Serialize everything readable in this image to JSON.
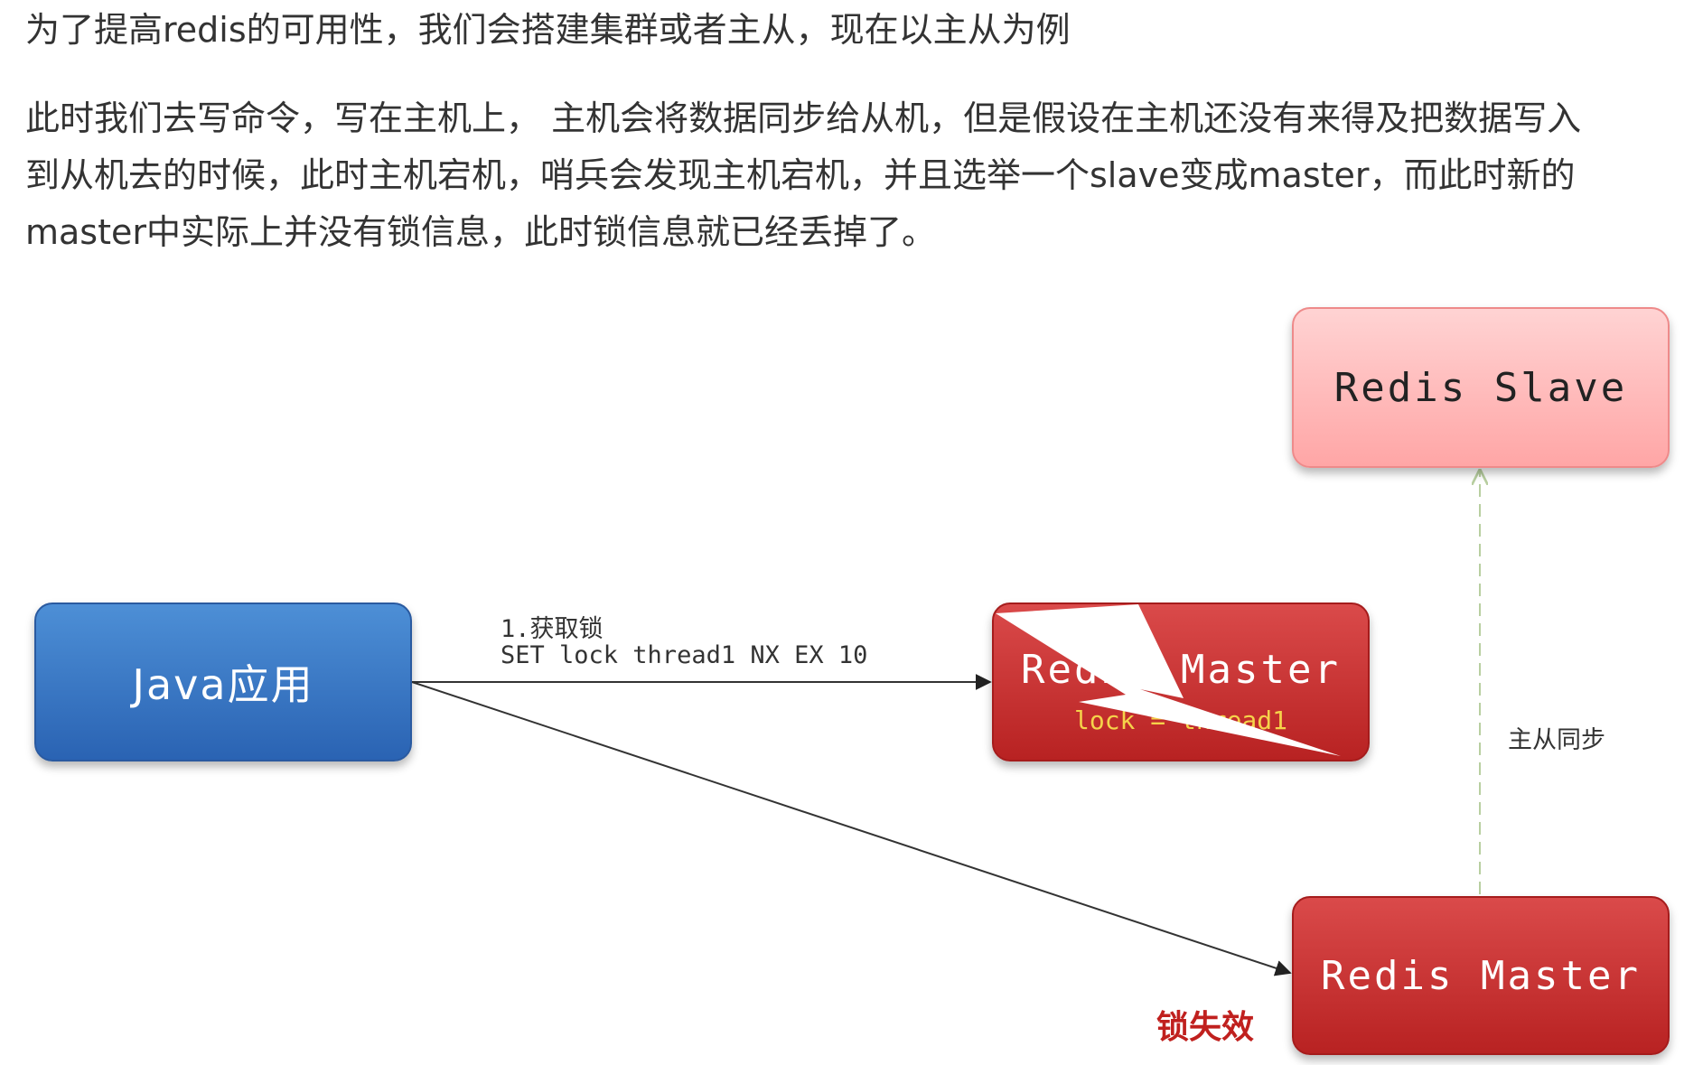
{
  "text": {
    "intro": "为了提高redis的可用性，我们会搭建集群或者主从，现在以主从为例",
    "paragraph_lines": [
      "此时我们去写命令，写在主机上， 主机会将数据同步给从机，但是假设在主机还没有来得及把数据写入",
      "到从机去的时候，此时主机宕机，哨兵会发现主机宕机，并且选举一个slave变成master，而此时新的",
      "master中实际上并没有锁信息，此时锁信息就已经丢掉了。"
    ]
  },
  "diagram": {
    "java_app": "Java应用",
    "old_master": {
      "title": "Redis Master",
      "value": "lock = thread1"
    },
    "slave": "Redis Slave",
    "new_master": "Redis Master",
    "step1_title": "1.获取锁",
    "step1_command": "SET lock thread1 NX EX 10",
    "sync_label": "主从同步",
    "lock_lost_label": "锁失效"
  },
  "colors": {
    "java_blue": "#2a63b3",
    "master_red": "#b82222",
    "slave_pink": "#ffa6a6",
    "lock_value_yellow": "#f5d24a",
    "warning_red": "#c0201e",
    "sync_line_green": "#b8cfa0"
  }
}
